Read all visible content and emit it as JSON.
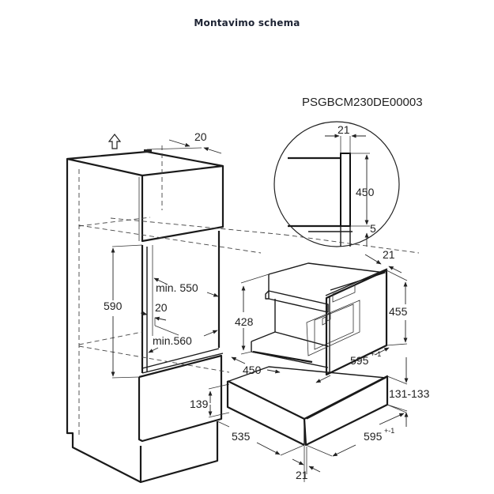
{
  "header": {
    "title": "Montavimo schema"
  },
  "diagram": {
    "product_code": "PSGBCM230DE00003",
    "detail_circle": {
      "width_label": "21",
      "height_label": "450",
      "gap_label": "5"
    },
    "cabinet": {
      "top_gap_label": "20",
      "niche_height_label": "590",
      "min_depth_label": "min. 550",
      "side_gap_label": "20",
      "min_width_label": "min.560",
      "drawer_gap_label": "139",
      "depth_label": "535",
      "vent_arrow_icon": "up-arrow-icon"
    },
    "coffee_machine": {
      "front_depth_label": "21",
      "body_height_label": "428",
      "front_height_label": "455",
      "depth_label": "450",
      "width_label": "595",
      "width_tolerance": "+-1"
    },
    "drawer": {
      "height_label": "131-133",
      "width_label": "595",
      "width_tolerance": "+-1",
      "front_depth_label": "21"
    }
  }
}
